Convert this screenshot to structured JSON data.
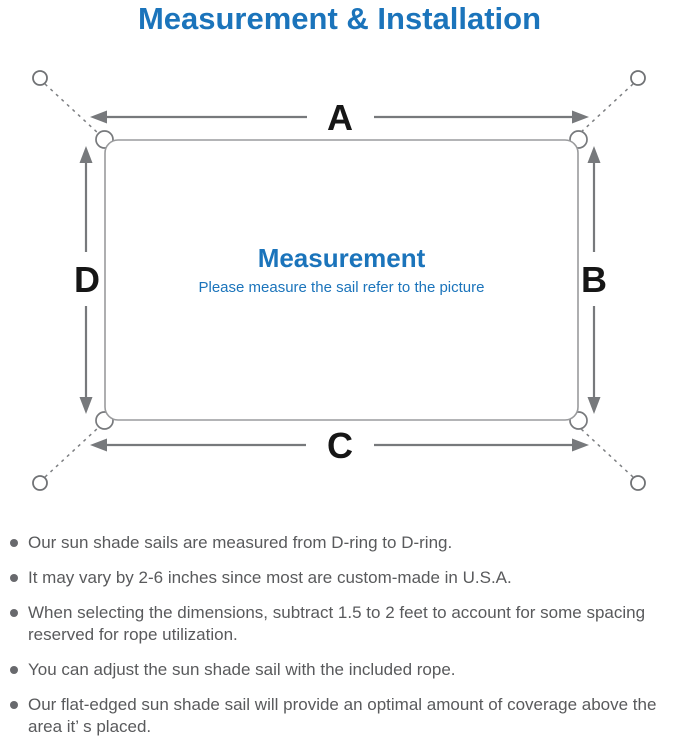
{
  "title": "Measurement & Installation",
  "colors": {
    "accent_blue": "#1b74bb",
    "arrow_gray": "#77797c",
    "sail_border_gray": "#9a9b9d",
    "rope_dash_gray": "#7d7f82",
    "anchor_ring_gray": "#707275",
    "note_text_gray": "#595a5c",
    "dim_label_black": "#161616"
  },
  "diagram": {
    "labels": {
      "top": "A",
      "right": "B",
      "bottom": "C",
      "left": "D"
    },
    "center_title": "Measurement",
    "center_subtitle": "Please measure the sail refer to the picture",
    "icons": [
      "anchor-ring-icon",
      "dring-corner-icon",
      "tension-rope-dashed-line",
      "dimension-arrow"
    ]
  },
  "notes": {
    "items": [
      "Our sun shade sails are measured from D-ring to D-ring.",
      "It may vary by 2-6 inches since most are custom-made in U.S.A.",
      "When selecting the dimensions, subtract 1.5 to 2 feet to account for some spacing reserved for rope utilization.",
      "You can adjust the sun shade sail with the included rope.",
      "Our flat-edged sun shade sail will provide an optimal amount of coverage above the area it’ s placed."
    ]
  }
}
